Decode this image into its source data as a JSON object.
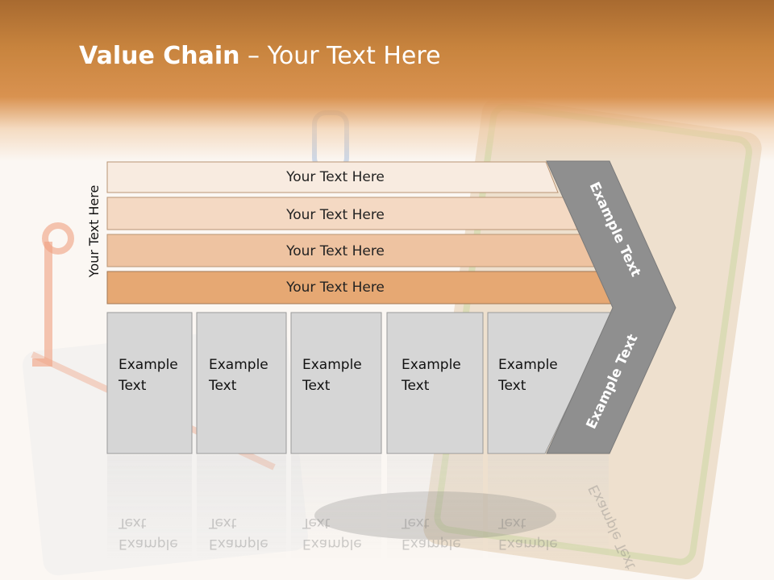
{
  "title": {
    "bold": "Value Chain",
    "rest": " – Your Text Here"
  },
  "side_label": "Your Text Here",
  "bars": [
    {
      "label": "Your Text Here",
      "color": "#f8ebe0"
    },
    {
      "label": "Your Text Here",
      "color": "#f4d9c3"
    },
    {
      "label": "Your Text Here",
      "color": "#eec3a1"
    },
    {
      "label": "Your Text Here",
      "color": "#e6a873"
    }
  ],
  "cells": [
    {
      "line1": "Example",
      "line2": "Text"
    },
    {
      "line1": "Example",
      "line2": "Text"
    },
    {
      "line1": "Example",
      "line2": "Text"
    },
    {
      "line1": "Example",
      "line2": "Text"
    },
    {
      "line1": "Example",
      "line2": "Text"
    }
  ],
  "arrow": {
    "upper_label": "Example Text",
    "lower_label": "Example Text"
  },
  "colors": {
    "header": "#cc873f",
    "cell": "#d6d6d6",
    "arrow": "#8f8f8f"
  }
}
